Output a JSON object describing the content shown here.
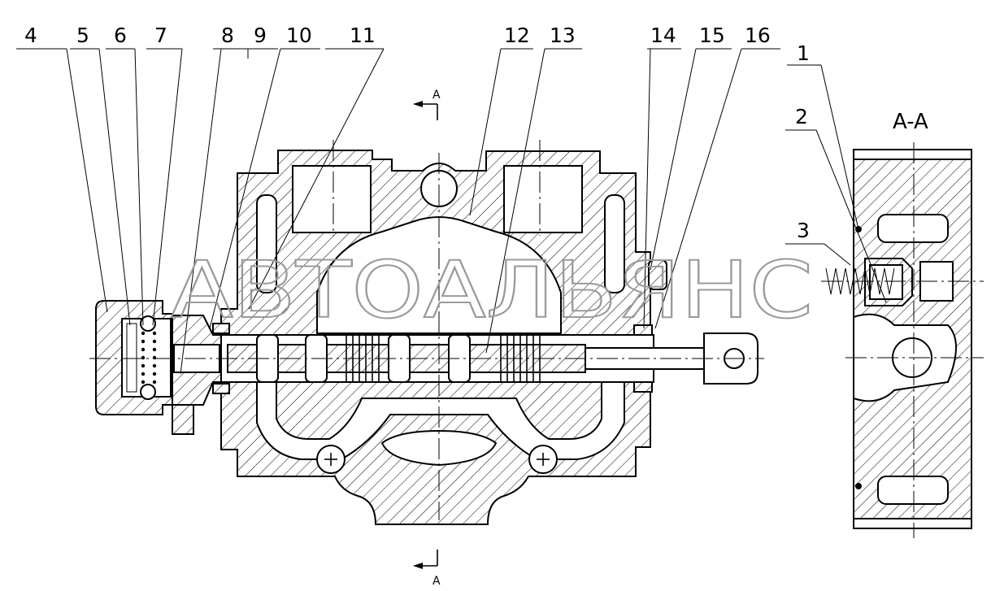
{
  "callouts": [
    {
      "text": "4"
    },
    {
      "text": "5"
    },
    {
      "text": "6"
    },
    {
      "text": "7"
    },
    {
      "text": "8"
    },
    {
      "text": "9"
    },
    {
      "text": "10"
    },
    {
      "text": "11"
    },
    {
      "text": "12"
    },
    {
      "text": "13"
    },
    {
      "text": "14"
    },
    {
      "text": "15"
    },
    {
      "text": "16"
    },
    {
      "text": "1"
    },
    {
      "text": "2"
    },
    {
      "text": "3"
    }
  ],
  "section": {
    "title": "A-A",
    "mark_top": "A",
    "mark_bottom": "A"
  },
  "watermark": "АВТОАЛЬЯНС"
}
